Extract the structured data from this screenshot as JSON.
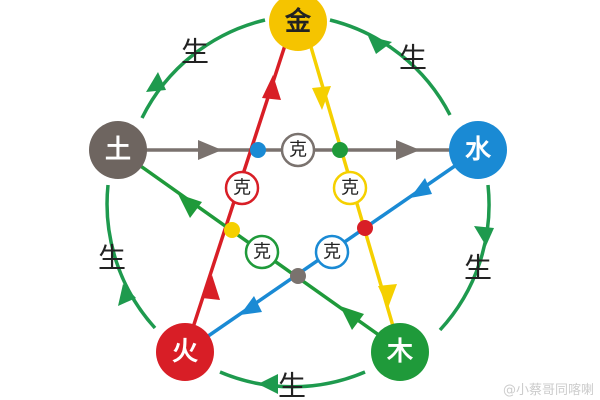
{
  "elements": {
    "metal": {
      "label": "金",
      "color": "#f5c400"
    },
    "water": {
      "label": "水",
      "color": "#1a8ad4"
    },
    "wood": {
      "label": "木",
      "color": "#1f9a3a"
    },
    "fire": {
      "label": "火",
      "color": "#d81e26"
    },
    "earth": {
      "label": "土",
      "color": "#6e6560"
    }
  },
  "generating_label": "生",
  "overcoming_label": "克",
  "generating_color": "#1e9a4e",
  "watermark": "@小蔡哥同喀喇"
}
